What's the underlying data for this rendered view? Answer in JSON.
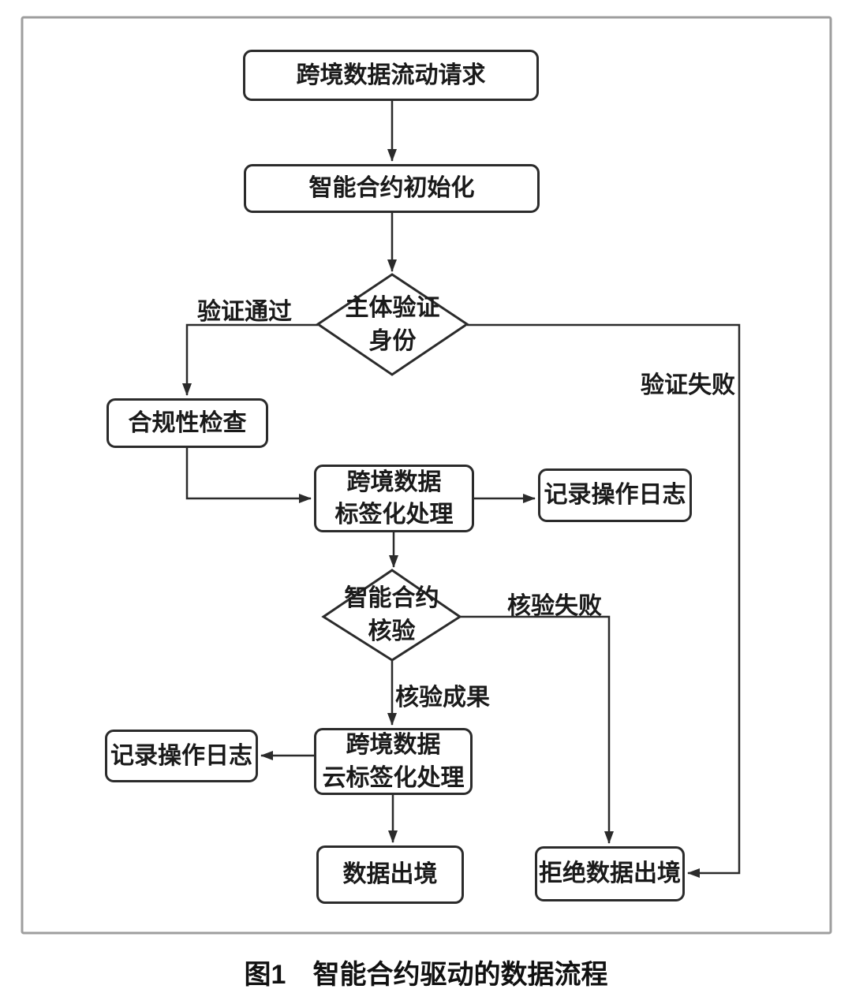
{
  "figure": {
    "caption": "图1　智能合约驱动的数据流程"
  },
  "nodes": {
    "request": {
      "label": "跨境数据流动请求"
    },
    "init": {
      "label": "智能合约初始化"
    },
    "identity_check": {
      "line1": "主体验证",
      "line2": "身份"
    },
    "compliance": {
      "label": "合规性检查"
    },
    "labeling": {
      "line1": "跨境数据",
      "line2": "标签化处理"
    },
    "log_right": {
      "label": "记录操作日志"
    },
    "contract_verify": {
      "line1": "智能合约",
      "line2": "核验"
    },
    "cloud_labeling": {
      "line1": "跨境数据",
      "line2": "云标签化处理"
    },
    "log_left": {
      "label": "记录操作日志"
    },
    "data_exit": {
      "label": "数据出境"
    },
    "reject_exit": {
      "label": "拒绝数据出境"
    }
  },
  "edge_labels": {
    "verify_pass": "验证通过",
    "verify_fail": "验证失败",
    "check_fail": "核验失败",
    "check_success": "核验成果"
  },
  "colors": {
    "line": "#2b2b2b",
    "border_outer": "#9e9e9e",
    "text": "#1a1a1a",
    "background": "#ffffff"
  }
}
